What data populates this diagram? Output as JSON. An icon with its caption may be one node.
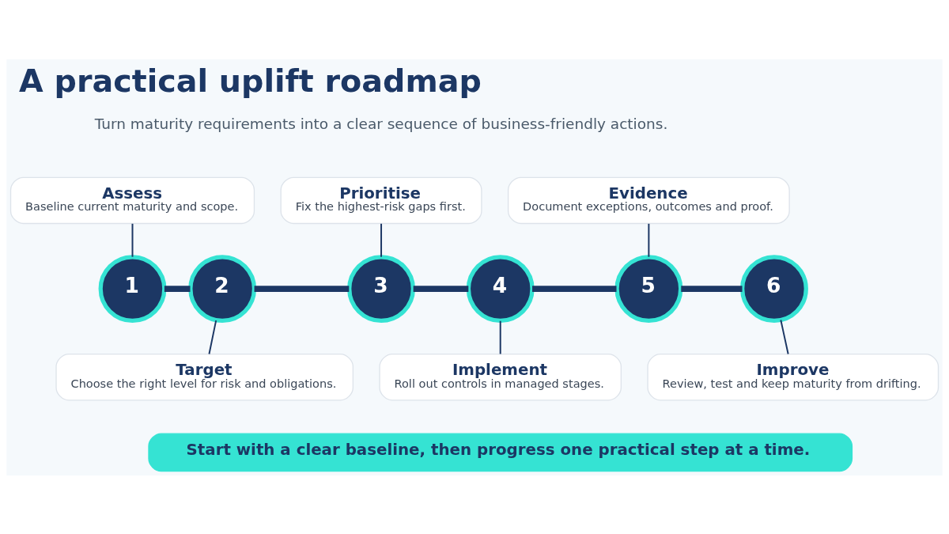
{
  "diagram": {
    "title": "A practical uplift roadmap",
    "nodes": [
      {
        "text": [
          "Assess",
          "Baseline current maturity and scope."
        ]
      },
      {
        "text": [
          "Target",
          "Choose the right level for risk and obligations."
        ]
      },
      {
        "text": [
          "Prioritise",
          "Fix the highest-risk gaps first."
        ]
      },
      {
        "text": [
          "Implement",
          "Roll out controls in managed stages."
        ]
      },
      {
        "text": [
          "Evidence",
          "Document exceptions, outcomes and proof."
        ]
      },
      {
        "text": [
          "Improve",
          "Review, test and keep maturity from drifting."
        ]
      },
      {
        "text": [
          "1"
        ]
      },
      {
        "text": [
          "2"
        ]
      },
      {
        "text": [
          "3"
        ]
      },
      {
        "text": [
          "4"
        ]
      },
      {
        "text": [
          "5"
        ]
      },
      {
        "text": [
          "6"
        ]
      }
    ],
    "edges": [
      {
        "from": 6,
        "to": 7,
        "arrow": "none",
        "style": "thick"
      },
      {
        "from": 7,
        "to": 8,
        "arrow": "none",
        "style": "thick"
      },
      {
        "from": 8,
        "to": 9,
        "arrow": "none",
        "style": "thick"
      },
      {
        "from": 9,
        "to": 10,
        "arrow": "none",
        "style": "thick"
      },
      {
        "from": 10,
        "to": 11,
        "arrow": "none",
        "style": "thick"
      },
      {
        "from": 0,
        "to": 6,
        "arrow": "none"
      },
      {
        "from": 7,
        "to": 1,
        "arrow": "none"
      },
      {
        "from": 2,
        "to": 8,
        "arrow": "none"
      },
      {
        "from": 9,
        "to": 3,
        "arrow": "none"
      },
      {
        "from": 4,
        "to": 10,
        "arrow": "none"
      },
      {
        "from": 11,
        "to": 5,
        "arrow": "none"
      }
    ],
    "labels": [
      "Turn maturity requirements into a clear sequence of business-friendly actions.",
      "Start with a clear baseline, then progress one practical step at a time."
    ]
  }
}
